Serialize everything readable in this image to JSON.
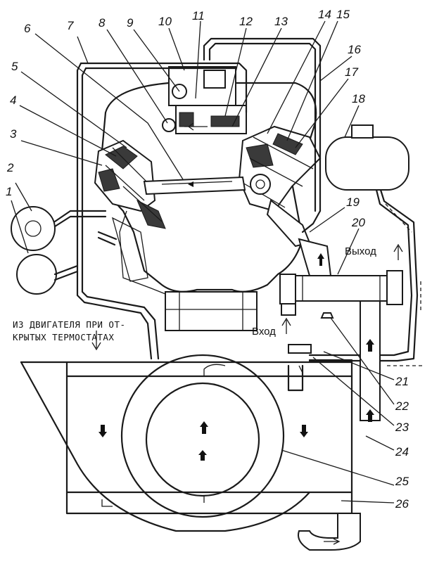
{
  "callouts": [
    "1",
    "2",
    "3",
    "4",
    "5",
    "6",
    "7",
    "8",
    "9",
    "10",
    "11",
    "12",
    "13",
    "14",
    "15",
    "16",
    "17",
    "18",
    "19",
    "20",
    "21",
    "22",
    "23",
    "24",
    "25",
    "26"
  ],
  "caption": {
    "line1": "ИЗ ДВИГАТЕЛЯ ПРИ ОТ-",
    "line2": "КРЫТЫХ ТЕРМОСТАТАХ"
  },
  "labels": {
    "outlet": "Выход",
    "inlet": "Вход"
  }
}
